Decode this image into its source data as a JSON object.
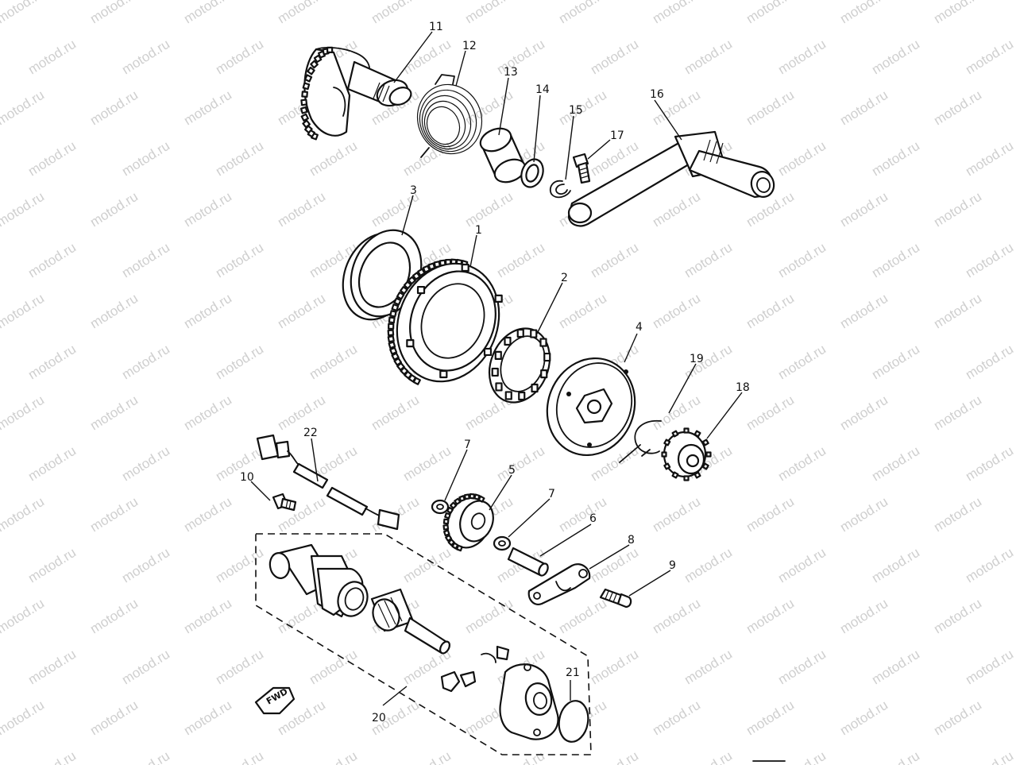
{
  "watermark": {
    "text": "motod.ru",
    "color": "#cfcfcf"
  },
  "arrow": {
    "label": "FWD"
  },
  "callouts": [
    {
      "id": "1",
      "text": "1"
    },
    {
      "id": "2",
      "text": "2"
    },
    {
      "id": "3",
      "text": "3"
    },
    {
      "id": "4",
      "text": "4"
    },
    {
      "id": "5",
      "text": "5"
    },
    {
      "id": "6",
      "text": "6"
    },
    {
      "id": "7a",
      "text": "7"
    },
    {
      "id": "7b",
      "text": "7"
    },
    {
      "id": "8",
      "text": "8"
    },
    {
      "id": "9",
      "text": "9"
    },
    {
      "id": "10",
      "text": "10"
    },
    {
      "id": "11",
      "text": "11"
    },
    {
      "id": "12",
      "text": "12"
    },
    {
      "id": "13",
      "text": "13"
    },
    {
      "id": "14",
      "text": "14"
    },
    {
      "id": "15",
      "text": "15"
    },
    {
      "id": "16",
      "text": "16"
    },
    {
      "id": "17",
      "text": "17"
    },
    {
      "id": "18",
      "text": "18"
    },
    {
      "id": "19",
      "text": "19"
    },
    {
      "id": "20",
      "text": "20"
    },
    {
      "id": "21",
      "text": "21"
    },
    {
      "id": "22",
      "text": "22"
    }
  ]
}
